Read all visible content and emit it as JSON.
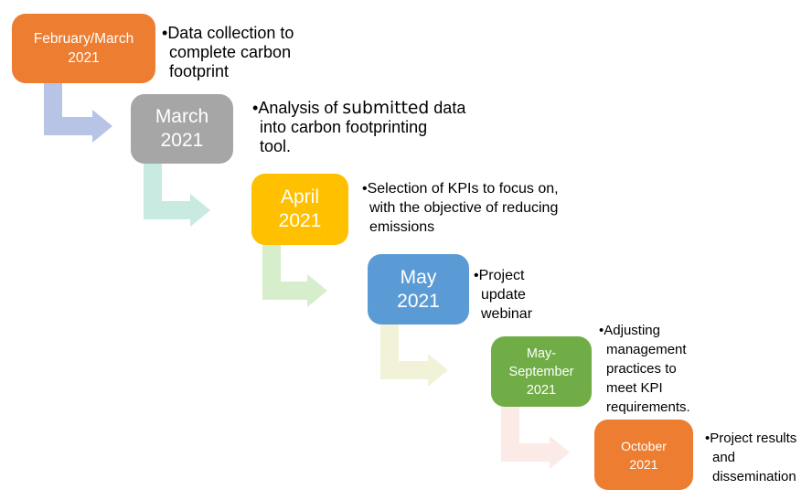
{
  "diagram": {
    "bullet": "•",
    "text_color": "#000000",
    "box_text_color": "#FFFFFF",
    "steps": [
      {
        "period": "February/March\n2021",
        "description": "Data collection to\ncomplete carbon\nfootprint",
        "box_color": "#ED7D31"
      },
      {
        "period": "March\n2021",
        "description_prefix": "Analysis of ",
        "description_emphasis": "submitted",
        "description_rest": " data\ninto carbon footprinting\ntool.",
        "box_color": "#A6A6A6"
      },
      {
        "period": "April\n2021",
        "description": "Selection of KPIs to focus on,\nwith the objective of reducing\nemissions",
        "box_color": "#FFC000"
      },
      {
        "period": "May\n2021",
        "description": "Project\nupdate\nwebinar",
        "box_color": "#5B9BD5"
      },
      {
        "period": "May-\nSeptember\n2021",
        "description": "Adjusting\nmanagement\npractices to\nmeet KPI\nrequirements.",
        "box_color": "#70AD47"
      },
      {
        "period": "October\n2021",
        "description": "Project results\nand\ndissemination",
        "box_color": "#ED7D31"
      }
    ],
    "arrows": [
      {
        "color": "#B7C4E6"
      },
      {
        "color": "#C8EAE0"
      },
      {
        "color": "#D7EECD"
      },
      {
        "color": "#F2F2D8"
      },
      {
        "color": "#FBEAE5"
      }
    ]
  }
}
